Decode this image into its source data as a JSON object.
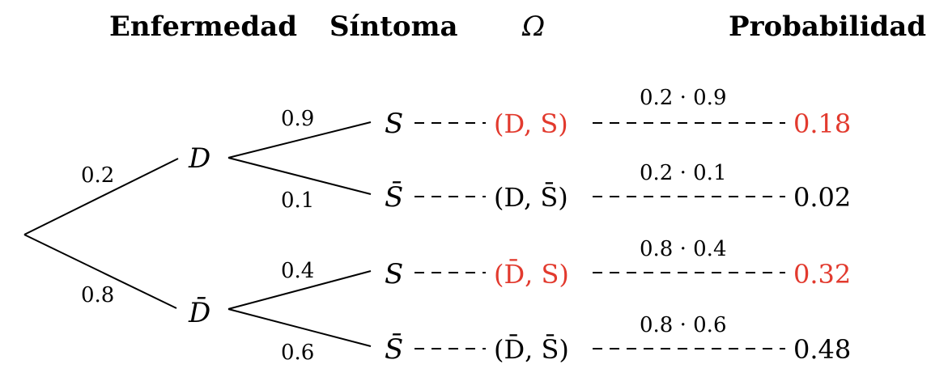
{
  "colors": {
    "highlight": "#e23a2e",
    "text": "#000000"
  },
  "headers": {
    "disease": "Enfermedad",
    "symptom": "Síntoma",
    "omega": "Ω",
    "probability": "Probabilidad"
  },
  "root": {
    "branch_probs": [
      "0.2",
      "0.8"
    ],
    "nodes": [
      "D",
      "D̄"
    ]
  },
  "outcomes": [
    {
      "branch_prob": "0.9",
      "symptom": "S",
      "event": "(D, S)",
      "product": "0.2 · 0.9",
      "result": "0.18",
      "highlight": true
    },
    {
      "branch_prob": "0.1",
      "symptom": "S̄",
      "event": "(D, S̄)",
      "product": "0.2 · 0.1",
      "result": "0.02",
      "highlight": false
    },
    {
      "branch_prob": "0.4",
      "symptom": "S",
      "event": "(D̄, S)",
      "product": "0.8 · 0.4",
      "result": "0.32",
      "highlight": true
    },
    {
      "branch_prob": "0.6",
      "symptom": "S̄",
      "event": "(D̄, S̄)",
      "product": "0.8 · 0.6",
      "result": "0.48",
      "highlight": false
    }
  ]
}
